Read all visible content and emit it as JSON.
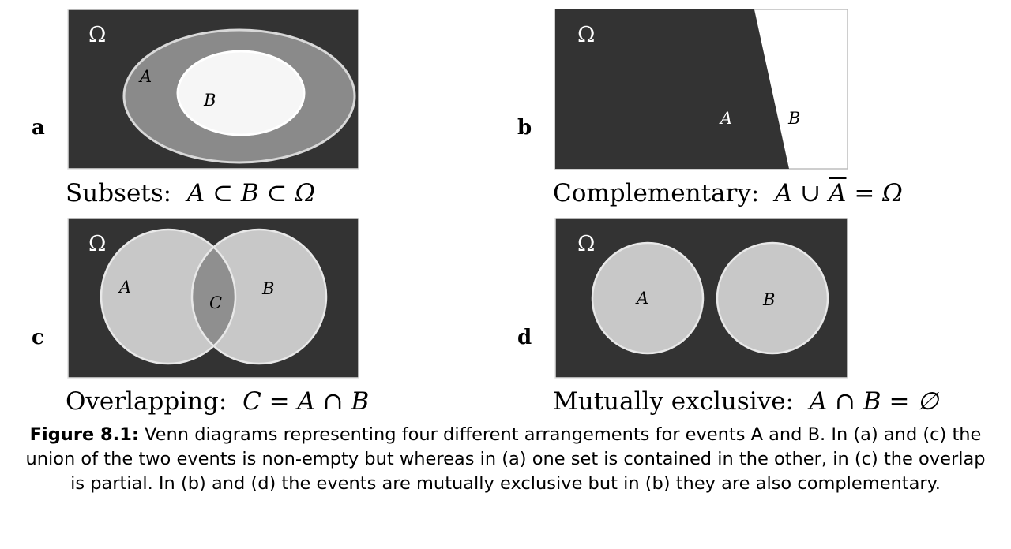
{
  "panels": [
    {
      "letter": "a",
      "universe_label": "Ω",
      "set_labels": [
        "A",
        "B"
      ],
      "caption_text": "Subsets:",
      "caption_math": "A ⊂ B ⊂ Ω"
    },
    {
      "letter": "b",
      "universe_label": "Ω",
      "set_labels": [
        "A",
        "B"
      ],
      "caption_text": "Complementary:",
      "caption_math_prefix": "A ∪ ",
      "caption_math_overline": "A",
      "caption_math_suffix": " = Ω"
    },
    {
      "letter": "c",
      "universe_label": "Ω",
      "set_labels": [
        "A",
        "C",
        "B"
      ],
      "caption_text": "Overlapping:",
      "caption_math": "C = A ∩ B"
    },
    {
      "letter": "d",
      "universe_label": "Ω",
      "set_labels": [
        "A",
        "B"
      ],
      "caption_text": "Mutually exclusive:",
      "caption_math": "A ∩ B = ∅"
    }
  ],
  "figure_caption": {
    "label": "Figure 8.1:",
    "text": " Venn diagrams representing four different arrangements for events A and B. In (a) and (c) the union of the two events is non-empty but whereas in (a) one set is contained in the other, in (c) the overlap is partial. In (b) and (d) the events are mutually exclusive but in (b) they are also complementary."
  },
  "colors": {
    "universe": "#333333",
    "set_fill": "#c8c8c8",
    "outer_set_a": "#8a8a8a",
    "inner_set_b": "#f6f6f6",
    "intersection": "#8f8f8f",
    "complement": "#ffffff",
    "outline": "#e8e8e8"
  }
}
